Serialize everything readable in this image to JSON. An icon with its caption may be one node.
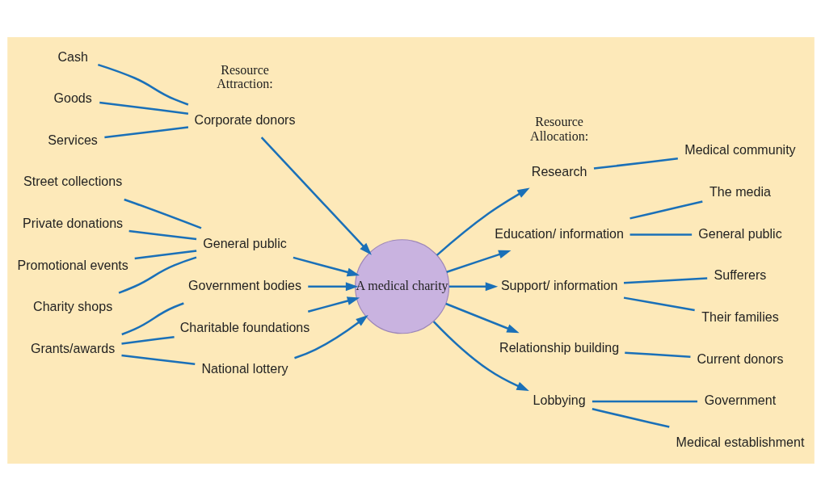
{
  "diagram": {
    "nodes": [
      {
        "text": [
          "Cash"
        ]
      },
      {
        "text": [
          "Goods"
        ]
      },
      {
        "text": [
          "Services"
        ]
      },
      {
        "text": [
          "Corporate donors"
        ]
      },
      {
        "text": [
          "Street collections"
        ]
      },
      {
        "text": [
          "Private donations"
        ]
      },
      {
        "text": [
          "Promotional events"
        ]
      },
      {
        "text": [
          "Charity shops"
        ]
      },
      {
        "text": [
          "General public"
        ]
      },
      {
        "text": [
          "Grants/awards"
        ]
      },
      {
        "text": [
          "Government bodies"
        ]
      },
      {
        "text": [
          "Charitable foundations"
        ]
      },
      {
        "text": [
          "National lottery"
        ]
      },
      {
        "text": [
          "A medical charity"
        ]
      },
      {
        "text": [
          "Research"
        ]
      },
      {
        "text": [
          "Medical community"
        ]
      },
      {
        "text": [
          "Education/ information"
        ]
      },
      {
        "text": [
          "The media"
        ]
      },
      {
        "text": [
          "General public"
        ]
      },
      {
        "text": [
          "Support/ information"
        ]
      },
      {
        "text": [
          "Sufferers"
        ]
      },
      {
        "text": [
          "Their families"
        ]
      },
      {
        "text": [
          "Relationship building"
        ]
      },
      {
        "text": [
          "Current donors"
        ]
      },
      {
        "text": [
          "Lobbying"
        ]
      },
      {
        "text": [
          "Government"
        ]
      },
      {
        "text": [
          "Medical establishment"
        ]
      }
    ],
    "edges": [
      {
        "from": 0,
        "to": 3,
        "arrow": "none"
      },
      {
        "from": 1,
        "to": 3,
        "arrow": "none"
      },
      {
        "from": 2,
        "to": 3,
        "arrow": "none"
      },
      {
        "from": 4,
        "to": 8,
        "arrow": "none"
      },
      {
        "from": 5,
        "to": 8,
        "arrow": "none"
      },
      {
        "from": 6,
        "to": 8,
        "arrow": "none"
      },
      {
        "from": 7,
        "to": 8,
        "arrow": "none"
      },
      {
        "from": 9,
        "to": 10,
        "arrow": "none"
      },
      {
        "from": 9,
        "to": 11,
        "arrow": "none"
      },
      {
        "from": 9,
        "to": 12,
        "arrow": "none"
      },
      {
        "from": 3,
        "to": 13,
        "arrow": "to"
      },
      {
        "from": 8,
        "to": 13,
        "arrow": "to"
      },
      {
        "from": 10,
        "to": 13,
        "arrow": "to"
      },
      {
        "from": 11,
        "to": 13,
        "arrow": "to"
      },
      {
        "from": 12,
        "to": 13,
        "arrow": "to"
      },
      {
        "from": 13,
        "to": 14,
        "arrow": "to"
      },
      {
        "from": 13,
        "to": 16,
        "arrow": "to"
      },
      {
        "from": 13,
        "to": 19,
        "arrow": "to"
      },
      {
        "from": 13,
        "to": 22,
        "arrow": "to"
      },
      {
        "from": 13,
        "to": 24,
        "arrow": "to"
      },
      {
        "from": 14,
        "to": 15,
        "arrow": "none"
      },
      {
        "from": 16,
        "to": 17,
        "arrow": "none"
      },
      {
        "from": 16,
        "to": 18,
        "arrow": "none"
      },
      {
        "from": 19,
        "to": 20,
        "arrow": "none"
      },
      {
        "from": 19,
        "to": 21,
        "arrow": "none"
      },
      {
        "from": 22,
        "to": 23,
        "arrow": "none"
      },
      {
        "from": 24,
        "to": 25,
        "arrow": "none"
      },
      {
        "from": 24,
        "to": 26,
        "arrow": "none"
      }
    ],
    "labels": [
      "Resource Attraction:",
      "Resource Allocation:"
    ]
  }
}
